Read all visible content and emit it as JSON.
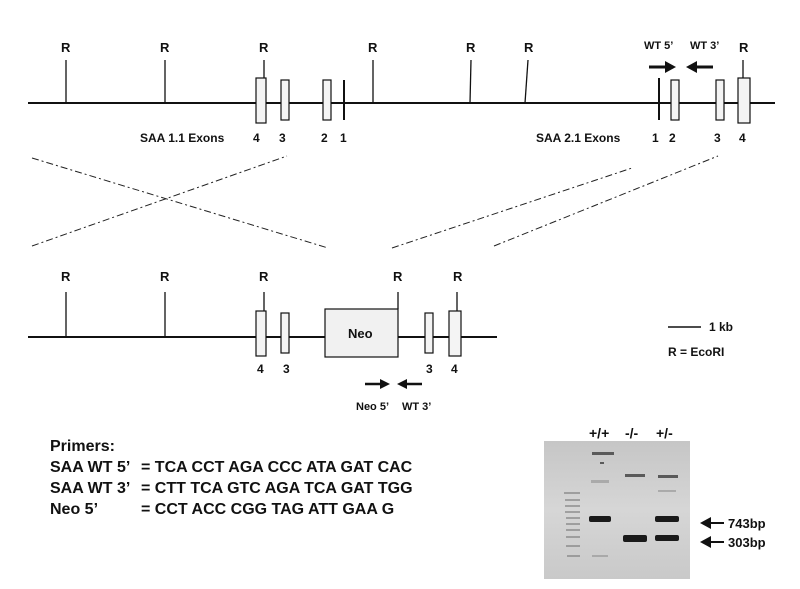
{
  "site_label": "R",
  "wt_allele": {
    "saa11_label": "SAA 1.1 Exons",
    "saa11_exons": [
      "4",
      "3",
      "2",
      "1"
    ],
    "saa21_label": "SAA 2.1 Exons",
    "saa21_exons": [
      "1",
      "2",
      "3",
      "4"
    ],
    "primer_wt5": "WT 5’",
    "primer_wt3": "WT 3’"
  },
  "targeted_allele": {
    "neo_label": "Neo",
    "exons_left": [
      "4",
      "3"
    ],
    "exons_right": [
      "3",
      "4"
    ],
    "primer_neo5": "Neo 5’",
    "primer_wt3": "WT 3’"
  },
  "legend": {
    "scale": "1 kb",
    "ecori": "R = EcoRI"
  },
  "primers": {
    "title": "Primers:",
    "lines": [
      {
        "name": "SAA WT 5’",
        "seq": "= TCA CCT AGA CCC ATA GAT CAC"
      },
      {
        "name": "SAA WT 3’",
        "seq": "= CTT TCA GTC AGA TCA GAT TGG"
      },
      {
        "name": "Neo 5’",
        "seq": "= CCT ACC CGG TAG ATT GAA G"
      }
    ]
  },
  "gel": {
    "lanes": [
      "+/+",
      "-/-",
      "+/-"
    ],
    "bands": [
      "743bp",
      "303bp"
    ],
    "colors": {
      "bg": "#d2d2d2",
      "band": "#1a1a1a"
    }
  }
}
